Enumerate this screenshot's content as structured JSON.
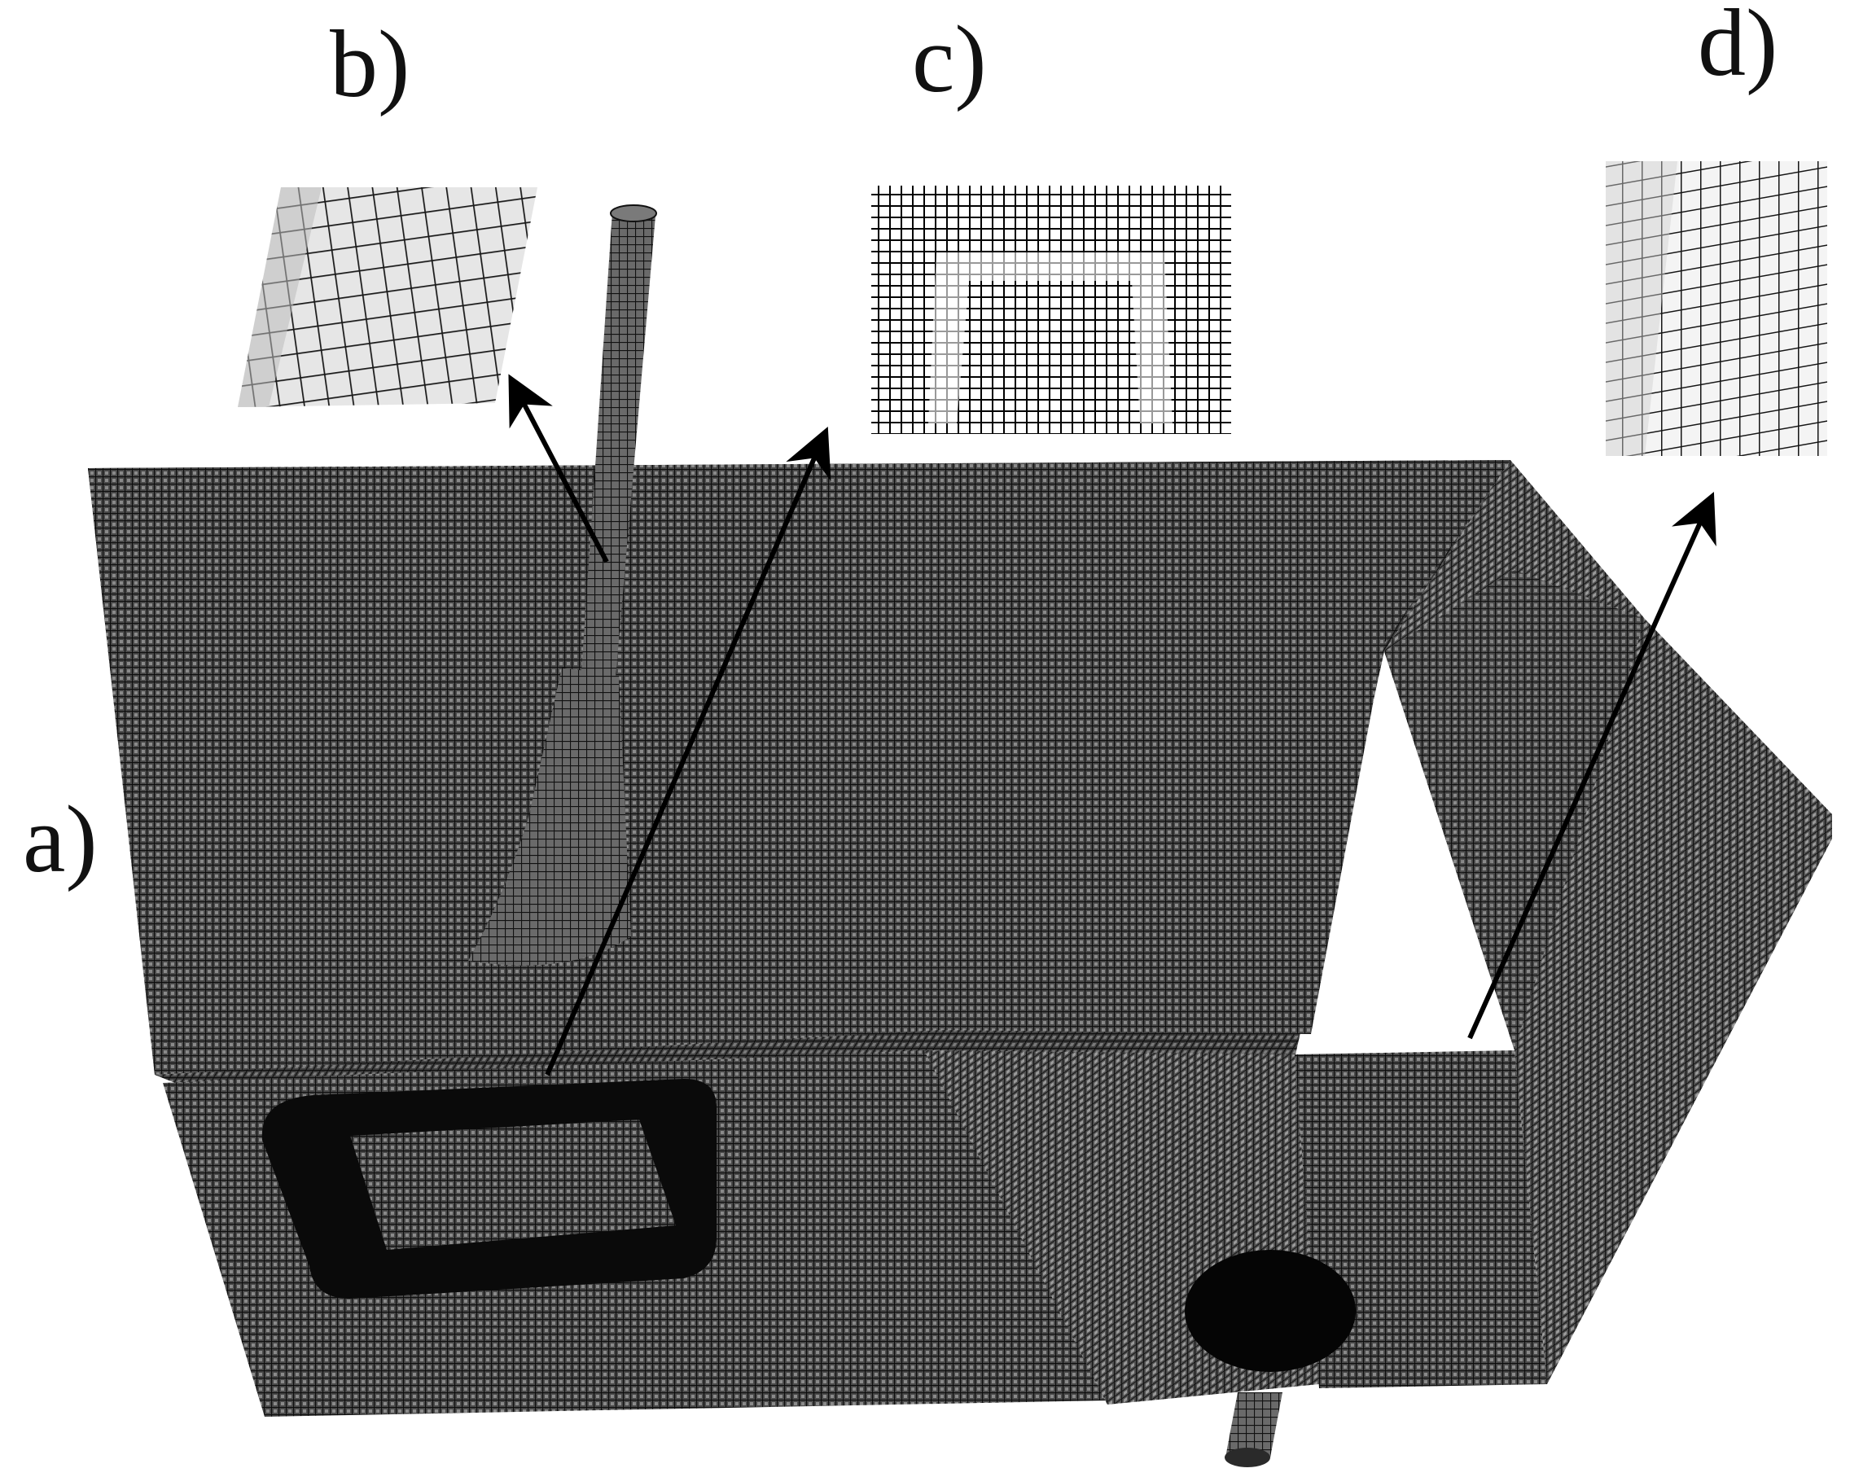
{
  "figure": {
    "labels": {
      "a": "a)",
      "b": "b)",
      "c": "c)",
      "d": "d)"
    },
    "colors": {
      "mesh_face_front": "#4a4a4a",
      "mesh_face_top": "#3a3a3a",
      "mesh_face_side": "#555555",
      "mesh_line": "#0a0a0a",
      "mesh_light_line": "#bdbdbd",
      "dark_fill": "#050505",
      "arrow": "#000000",
      "inset_bg": "#f2f2f2",
      "background": "#ffffff"
    },
    "icons": {
      "arrow_head": "arrowhead-marker"
    }
  }
}
